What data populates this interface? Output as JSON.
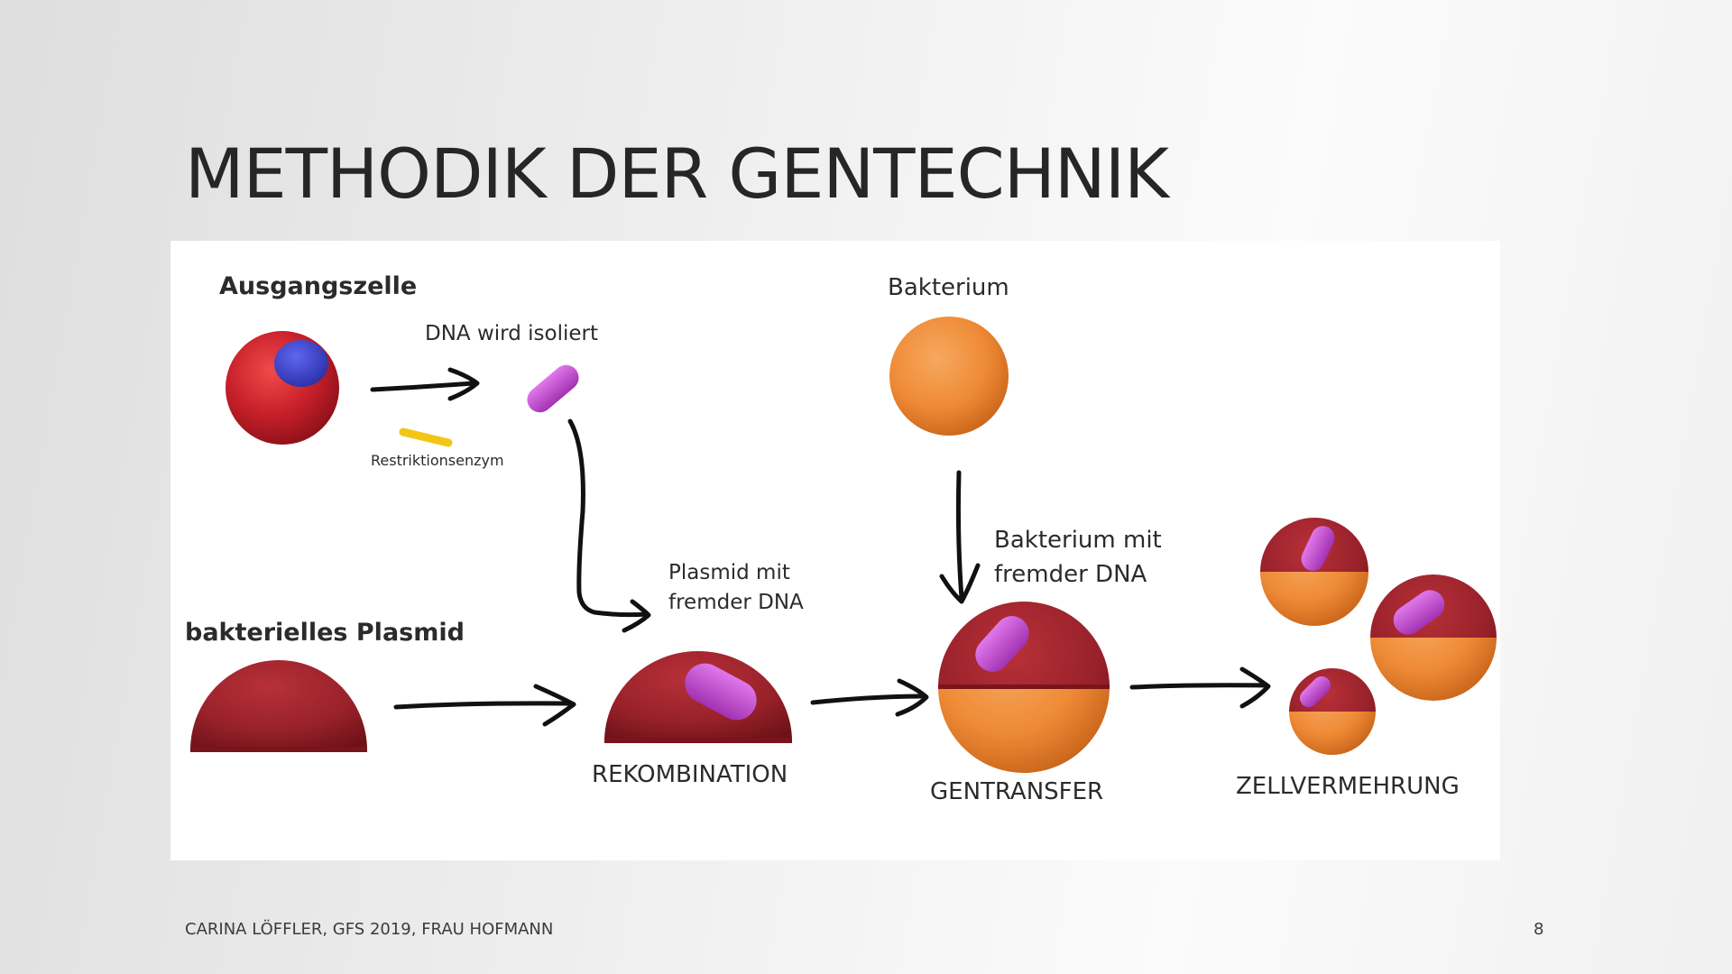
{
  "slide": {
    "title": "METHODIK DER GENTECHNIK",
    "footer": "CARINA LÖFFLER, GFS 2019, FRAU HOFMANN",
    "page_number": "8"
  },
  "diagram": {
    "labels": {
      "ausgangszelle": "Ausgangszelle",
      "dna_isolated": "DNA wird isoliert",
      "restriction_enzyme": "Restriktionsenzym",
      "bacterium": "Bakterium",
      "bacterial_plasmid": "bakterielles Plasmid",
      "plasmid_foreign_line1": "Plasmid mit",
      "plasmid_foreign_line2": "fremder DNA",
      "bacterium_foreign_line1": "Bakterium mit",
      "bacterium_foreign_line2": "fremder DNA"
    },
    "steps": {
      "recombination": "REKOMBINATION",
      "gene_transfer": "GENTRANSFER",
      "cell_multiplication": "ZELLVERMEHRUNG"
    },
    "colors": {
      "cell_red": "#c8202a",
      "nucleus_blue": "#3d43c8",
      "plasmid_dark_red": "#98212a",
      "bacterium_orange": "#ee8a35",
      "dna_purple": "#c44ed2",
      "enzyme_yellow": "#f2c616",
      "arrow_black": "#111111"
    }
  }
}
